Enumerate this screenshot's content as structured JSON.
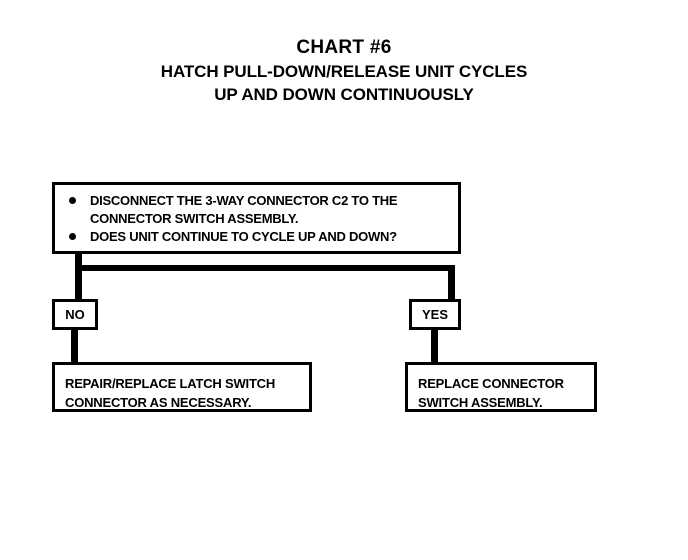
{
  "title": {
    "main": "CHART #6",
    "sub_line_1": "HATCH PULL-DOWN/RELEASE UNIT CYCLES",
    "sub_line_2": "UP AND DOWN CONTINUOUSLY"
  },
  "decision": {
    "bullets": [
      {
        "line_1": "DISCONNECT THE 3-WAY CONNECTOR C2 TO THE",
        "line_2": "CONNECTOR SWITCH ASSEMBLY."
      },
      {
        "line_1": "DOES UNIT CONTINUE TO CYCLE UP AND DOWN?",
        "line_2": ""
      }
    ]
  },
  "branches": {
    "no_label": "NO",
    "yes_label": "YES"
  },
  "actions": {
    "no_branch": {
      "line_1": "REPAIR/REPLACE LATCH SWITCH",
      "line_2": "CONNECTOR AS NECESSARY."
    },
    "yes_branch": {
      "line_1": "REPLACE CONNECTOR",
      "line_2": "SWITCH ASSEMBLY."
    }
  },
  "colors": {
    "background": "#ffffff",
    "ink": "#000000"
  }
}
